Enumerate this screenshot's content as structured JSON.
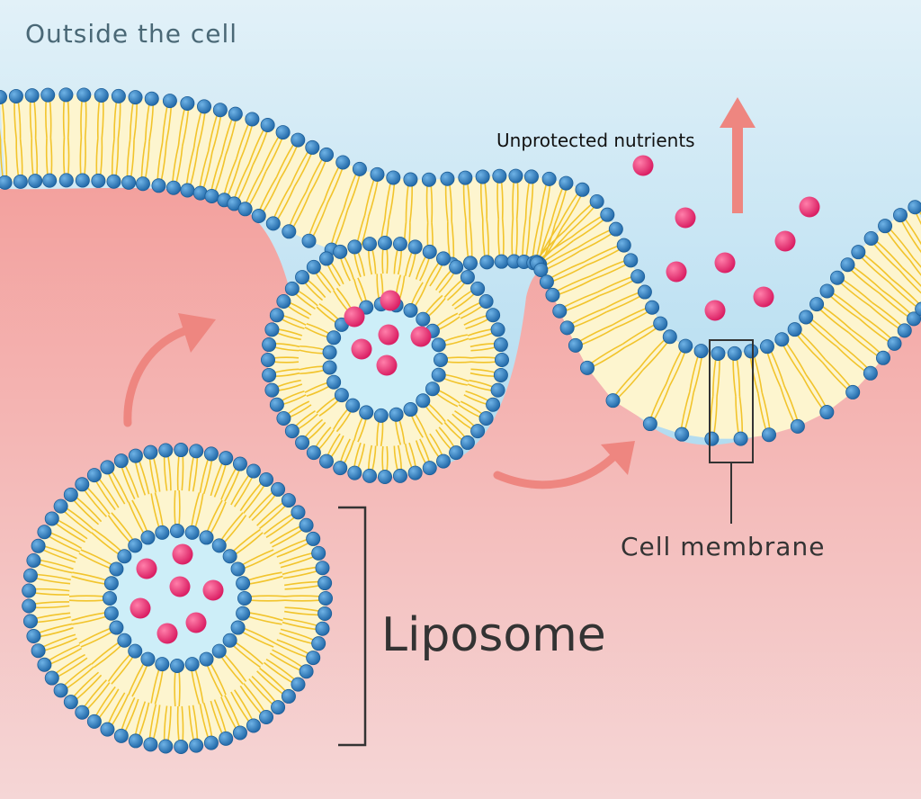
{
  "labels": {
    "outside": "Outside the cell",
    "nutrients": "Unprotected nutrients",
    "membrane": "Cell membrane",
    "liposome": "Liposome"
  },
  "colors": {
    "outside_top": "#dff0f7",
    "outside_bottom": "#9fd2ec",
    "inside_top": "#f5a7a4",
    "inside_bottom": "#f4d2d2",
    "bilayer_fill": "#fdf5cf",
    "lipid_head": "#2f7ab8",
    "lipid_head_edge": "#1d5f98",
    "lipid_tail": "#f2c42c",
    "liposome_core": "#cdeef8",
    "nutrient": "#e62f73",
    "arrow": "#ee8680",
    "bracket": "#333333"
  },
  "icons": [
    "lipid-head-icon",
    "nutrient-icon",
    "arrow-icon"
  ]
}
